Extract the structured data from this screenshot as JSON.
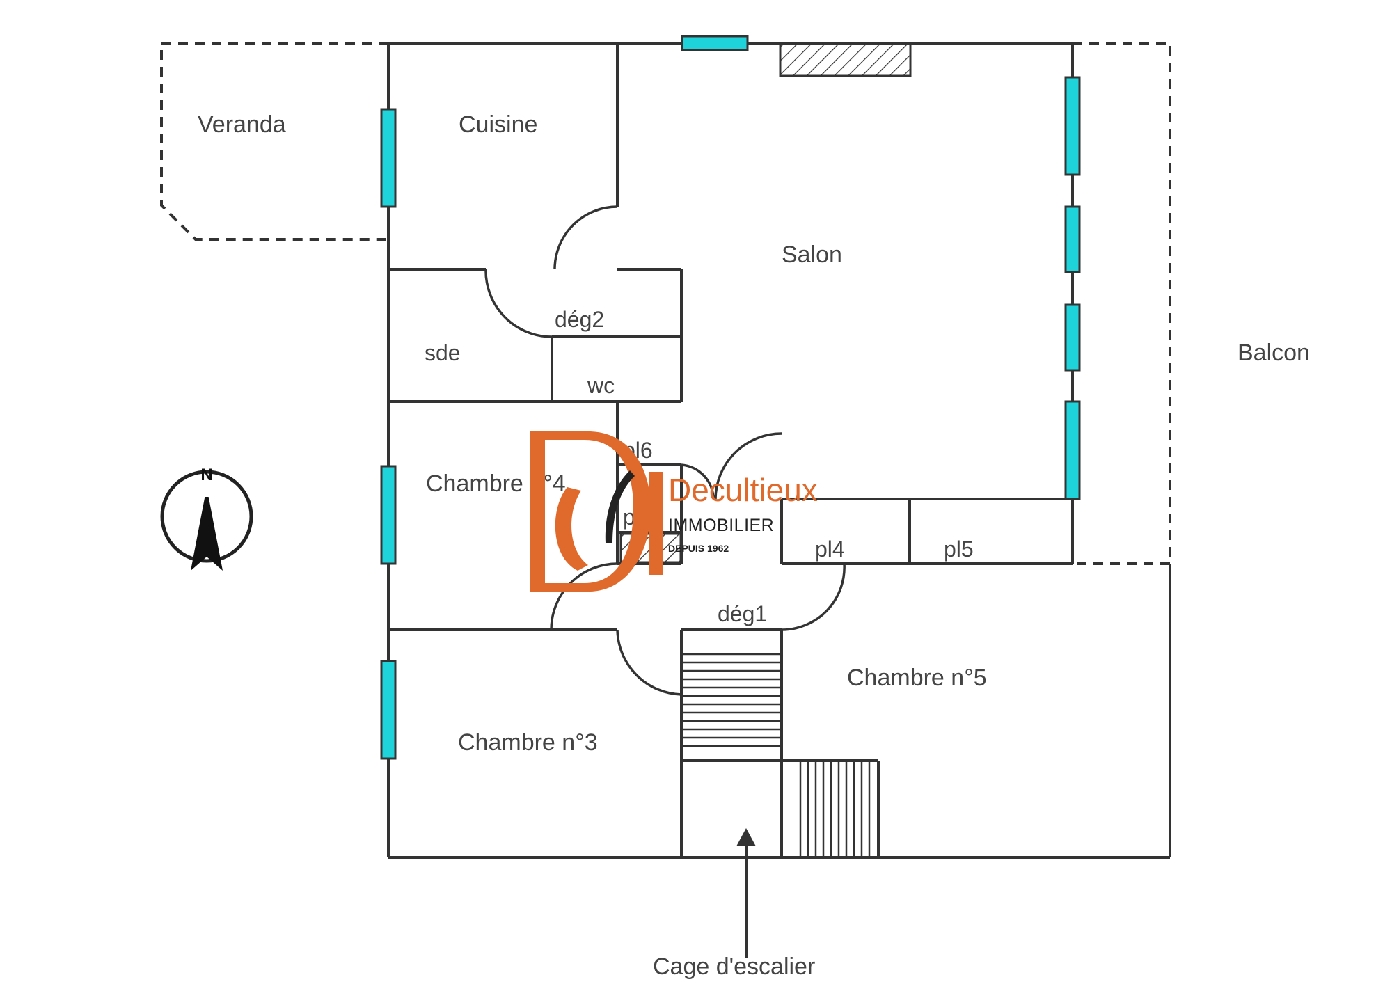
{
  "rooms": {
    "veranda": "Veranda",
    "cuisine": "Cuisine",
    "salon": "Salon",
    "deg2": "dég2",
    "sde": "sde",
    "wc": "wc",
    "balcon": "Balcon",
    "pl6": "pl6",
    "chambre4": "Chambre n°4",
    "pl3": "pl3",
    "pl4": "pl4",
    "pl5": "pl5",
    "deg1": "dég1",
    "chambre5": "Chambre n°5",
    "chambre3": "Chambre n°3"
  },
  "staircase_label": "Cage d'escalier",
  "compass": {
    "north": "N"
  },
  "logo": {
    "name": "Decultieux",
    "subtitle": "IMMOBILIER",
    "since": "DEPUIS 1962",
    "brand_color": "#e06a2c"
  },
  "colors": {
    "window": "#1fd3db",
    "wall": "#333333"
  }
}
